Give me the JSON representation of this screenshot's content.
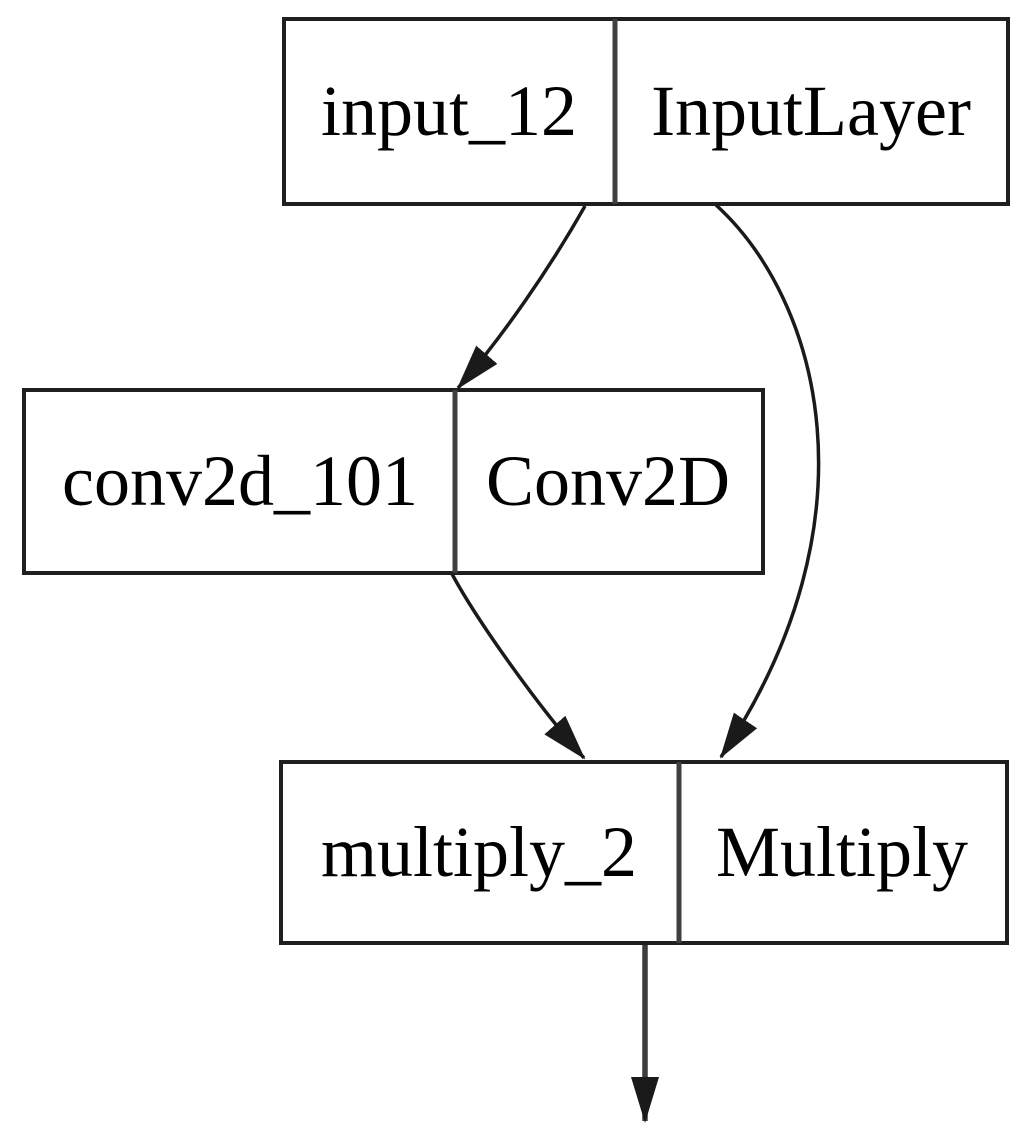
{
  "background": "#ffffff",
  "colors": {
    "background": "#ffffff",
    "node_fill": "#ffffff",
    "node_border": "#1f1f1f",
    "cell_divider": "#3f3f3f",
    "edge_line": "#1a1a1a",
    "output_edge_line": "#3d3d3d",
    "text": "#000000"
  },
  "diagram": {
    "type": "model-layer-graph",
    "nodes": [
      {
        "name": "input_12",
        "layer_type": "InputLayer"
      },
      {
        "name": "conv2d_101",
        "layer_type": "Conv2D"
      },
      {
        "name": "multiply_2",
        "layer_type": "Multiply"
      }
    ],
    "edges": [
      {
        "from": "input_12",
        "to": "conv2d_101"
      },
      {
        "from": "input_12",
        "to": "multiply_2"
      },
      {
        "from": "conv2d_101",
        "to": "multiply_2"
      },
      {
        "from": "multiply_2",
        "to": "off-canvas"
      }
    ]
  }
}
